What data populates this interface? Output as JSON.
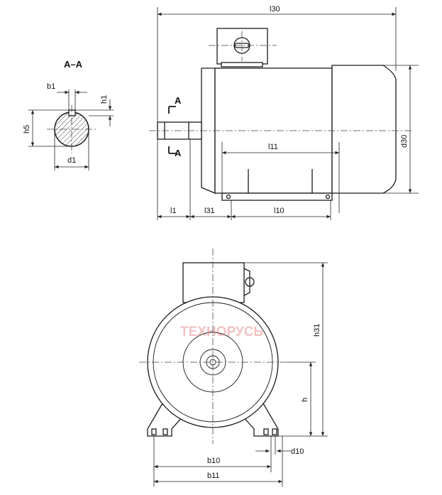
{
  "section": {
    "title": "A–A",
    "labels": {
      "b1": "b1",
      "h1": "h1",
      "h5": "h5",
      "d1": "d1"
    }
  },
  "side_view": {
    "labels": {
      "l30": "l30",
      "d30": "d30",
      "l11": "l11",
      "l1": "l1",
      "l31": "l31",
      "l10": "l10",
      "cut_top": "A",
      "cut_bottom": "A"
    }
  },
  "front_view": {
    "labels": {
      "h31": "h31",
      "h": "h",
      "b10": "b10",
      "b11": "b11",
      "d10": "d10"
    }
  },
  "watermark": {
    "text": "ТЕХНОРУСЬ",
    "color": "#e07a7a"
  }
}
